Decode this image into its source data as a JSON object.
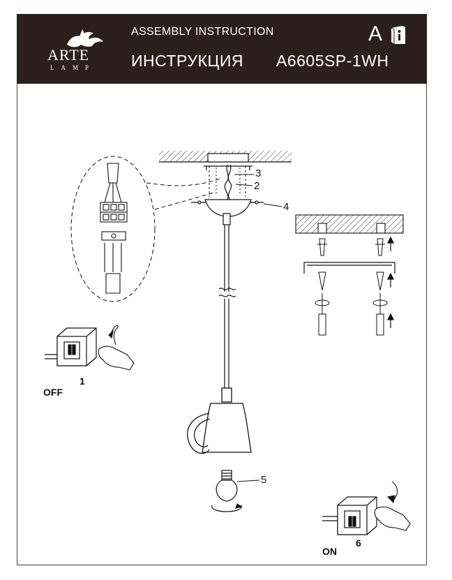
{
  "header": {
    "brand": "ARTE",
    "brand_sub": "LAMP",
    "title_en": "ASSEMBLY INSTRUCTION",
    "title_ru": "ИНСТРУКЦИЯ",
    "model": "A6605SP-1WH",
    "lang_letter": "A"
  },
  "icons": [
    "griffin-logo-icon",
    "info-book-icon",
    "switch-box-icon",
    "hand-icon",
    "arrow-icon",
    "bulb-icon",
    "screwdriver-icon",
    "wall-anchor-icon",
    "terminal-block-icon"
  ],
  "callouts": {
    "c1": "1",
    "c2": "2",
    "c3": "3",
    "c4": "4",
    "c5": "5",
    "c6": "6"
  },
  "switch": {
    "off_label": "OFF",
    "on_label": "ON"
  },
  "colors": {
    "header_bg": "#2b1f1d",
    "line": "#111111"
  }
}
